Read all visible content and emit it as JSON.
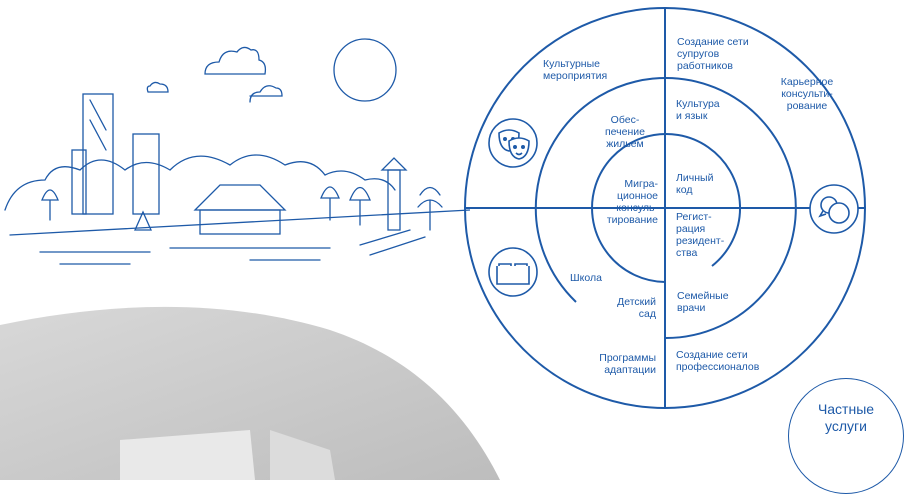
{
  "colors": {
    "accent": "#1e5aa8",
    "gray": "#c9c9c9"
  },
  "icons": [
    "masks-icon",
    "chat-bubbles-icon",
    "book-icon",
    "city-skyline-illustration"
  ],
  "labels": {
    "culture_events": "Культурные\nмероприятия",
    "spouses_network": "Создание сети\nсупругов\nработников",
    "career": "Карьерное\nконсульти-\nрование",
    "housing": "Обес-\nпечение\nжильем",
    "culture_language": "Культура\nи язык",
    "migration": "Мигра-\nционное\nконсуль-\nтирование",
    "personal_code": "Личный\nкод",
    "registration": "Регист-\nрация\nрезидент-\nства",
    "school": "Школа",
    "kindergarten": "Детский\nсад",
    "family_doctors": "Семейные\nврачи",
    "adaptation": "Программы\nадаптации",
    "professionals_network": "Создание сети\nпрофессионалов"
  },
  "private_services": "Частные\nуслуги"
}
